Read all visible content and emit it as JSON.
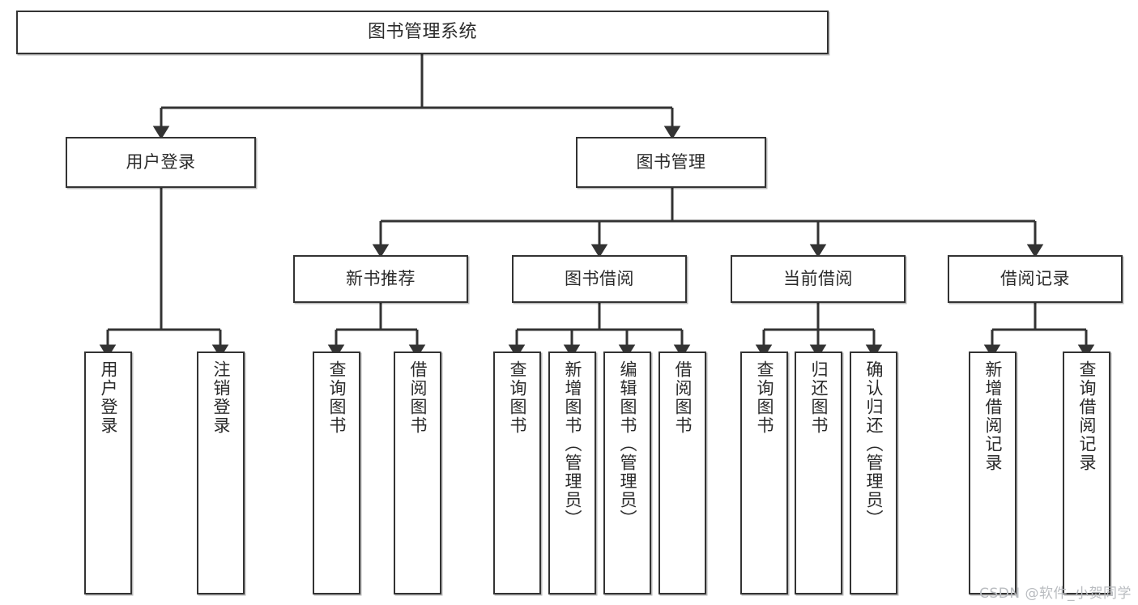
{
  "diagram": {
    "title": "图书管理系统",
    "type": "tree-hierarchy",
    "watermark": "CSDN @软件_小贺同学",
    "colors": {
      "box_border": "#333333",
      "box_fill": "#ffffff",
      "connector": "#333333",
      "text": "#2b2b2b",
      "watermark": "#b9bcc0"
    },
    "root": {
      "label": "图书管理系统"
    },
    "level1": [
      {
        "label": "用户登录"
      },
      {
        "label": "图书管理"
      }
    ],
    "level2": [
      {
        "label": "新书推荐"
      },
      {
        "label": "图书借阅"
      },
      {
        "label": "当前借阅"
      },
      {
        "label": "借阅记录"
      }
    ],
    "leaves": {
      "user_login": [
        {
          "label": "用户登录"
        },
        {
          "label": "注销登录"
        }
      ],
      "new_book_recommend": [
        {
          "label": "查询图书"
        },
        {
          "label": "借阅图书"
        }
      ],
      "book_borrow": [
        {
          "label": "查询图书"
        },
        {
          "label": "新增图书（管理员）"
        },
        {
          "label": "编辑图书（管理员）"
        },
        {
          "label": "借阅图书"
        }
      ],
      "current_borrow": [
        {
          "label": "查询图书"
        },
        {
          "label": "归还图书"
        },
        {
          "label": "确认归还（管理员）"
        }
      ],
      "borrow_record": [
        {
          "label": "新增借阅记录"
        },
        {
          "label": "查询借阅记录"
        }
      ]
    }
  }
}
